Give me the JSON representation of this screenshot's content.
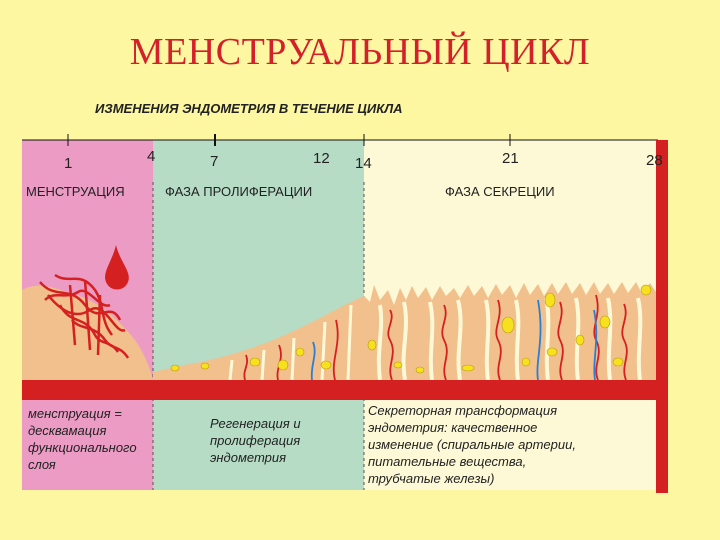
{
  "title": "МЕНСТРУАЛЬНЫЙ ЦИКЛ",
  "subtitle": "ИЗМЕНЕНИЯ ЭНДОМЕТРИЯ В ТЕЧЕНИЕ ЦИКЛА",
  "days": [
    "1",
    "4",
    "7",
    "12",
    "14",
    "21",
    "28"
  ],
  "phases": {
    "menstruation": "МЕНСТРУАЦИЯ",
    "proliferation": "ФАЗА ПРОЛИФЕРАЦИИ",
    "secretion": "ФАЗА СЕКРЕЦИИ"
  },
  "descriptions": {
    "menstruation": [
      "менструация =",
      "десквамация",
      "функционального",
      "слоя"
    ],
    "proliferation": [
      "Регенерация и",
      "пролиферация",
      "эндометрия"
    ],
    "secretion": [
      "Секреторная трансформация",
      "эндометрия: качественное",
      "изменение (спиральные артерии,",
      "питательные вещества,",
      "трубчатые железы)"
    ]
  },
  "colors": {
    "background": "#fcf7a0",
    "menstruation_panel": "#ec9cc4",
    "proliferation_panel": "#b6dcc6",
    "secretion_panel": "#fdf9d6",
    "tissue": "#f2c08c",
    "blood": "#d42020",
    "gland": "#f7e11e",
    "vein": "#2a7fd4"
  }
}
